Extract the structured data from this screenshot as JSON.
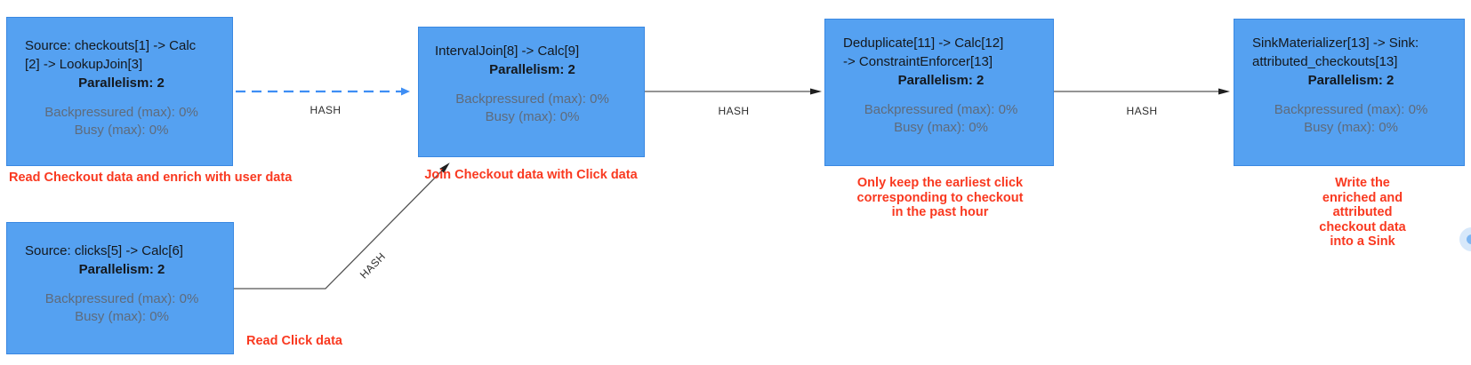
{
  "colors": {
    "node_fill": "#55a1f1",
    "node_border": "#3a88e2",
    "dashed_edge_blue": "#3e8ef4",
    "solid_edge_gray": "#555555",
    "arrowhead_black": "#1f1f1f",
    "annotation_red": "#f93920",
    "metric_gray": "#5f6b7b",
    "background": "#ffffff"
  },
  "nodes": [
    {
      "id": "source-checkouts",
      "title": "Source: checkouts[1] -> Calc\n[2] -> LookupJoin[3]",
      "parallelism": "Parallelism: 2",
      "metrics": [
        "Backpressured (max): 0%",
        "Busy (max): 0%"
      ],
      "annotation": "Read Checkout data and enrich with user data"
    },
    {
      "id": "source-clicks",
      "title": "Source: clicks[5] -> Calc[6]",
      "parallelism": "Parallelism: 2",
      "metrics": [
        "Backpressured (max): 0%",
        "Busy (max): 0%"
      ],
      "annotation": "Read Click data"
    },
    {
      "id": "interval-join",
      "title": "IntervalJoin[8] -> Calc[9]",
      "parallelism": "Parallelism: 2",
      "metrics": [
        "Backpressured (max): 0%",
        "Busy (max): 0%"
      ],
      "annotation": "Join Checkout data with Click data"
    },
    {
      "id": "deduplicate",
      "title": "Deduplicate[11] -> Calc[12]\n-> ConstraintEnforcer[13]",
      "parallelism": "Parallelism: 2",
      "metrics": [
        "Backpressured (max): 0%",
        "Busy (max): 0%"
      ],
      "annotation": "Only keep the earliest click\ncorresponding to checkout\nin the past hour"
    },
    {
      "id": "sink-materializer",
      "title": "SinkMaterializer[13] -> Sink:\nattributed_checkouts[13]",
      "parallelism": "Parallelism: 2",
      "metrics": [
        "Backpressured (max): 0%",
        "Busy (max): 0%"
      ],
      "annotation": "Write the enriched and\nattributed checkout data\ninto a Sink"
    }
  ],
  "edges": [
    {
      "label": "HASH",
      "from": "source-checkouts",
      "to": "interval-join",
      "style": "dashed-blue"
    },
    {
      "label": "HASH",
      "from": "source-clicks",
      "to": "interval-join",
      "style": "solid-diagonal"
    },
    {
      "label": "HASH",
      "from": "interval-join",
      "to": "deduplicate",
      "style": "solid"
    },
    {
      "label": "HASH",
      "from": "deduplicate",
      "to": "sink-materializer",
      "style": "solid"
    }
  ]
}
